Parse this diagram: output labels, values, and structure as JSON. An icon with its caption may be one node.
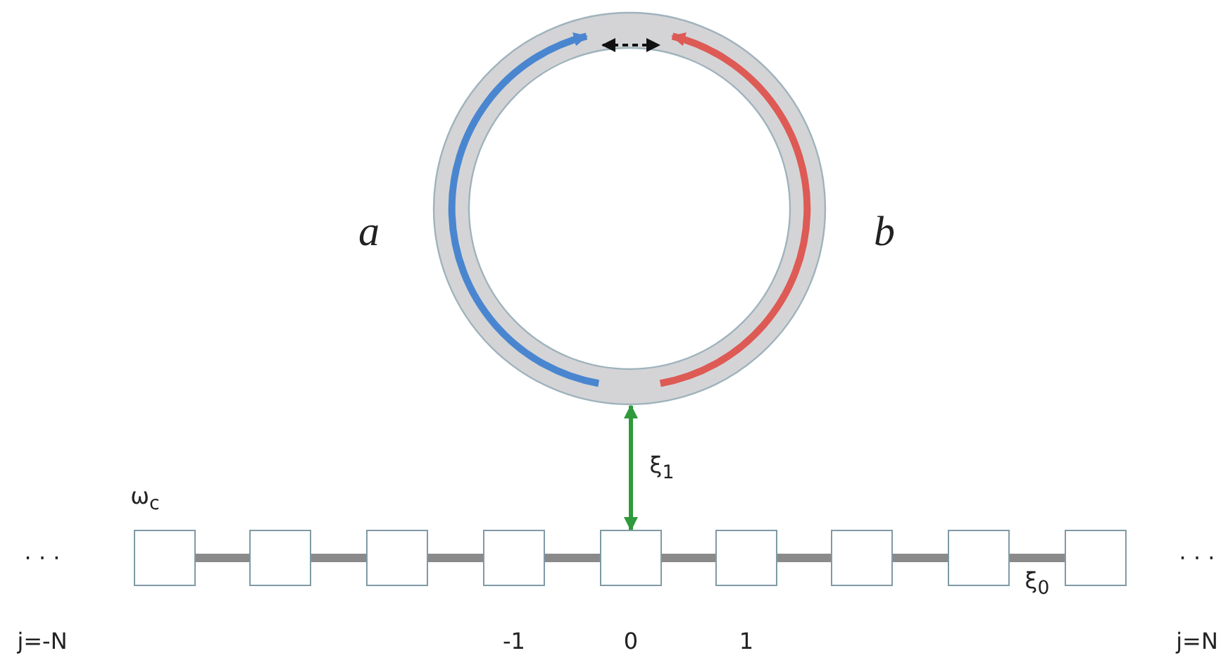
{
  "diagram": {
    "nodes": [
      {
        "text": [],
        "shape": "circle"
      },
      {
        "text": [],
        "shape": "box",
        "beside": [
          "ω$_{c}$"
        ]
      },
      {
        "text": [],
        "shape": "box"
      },
      {
        "text": [],
        "shape": "box"
      },
      {
        "text": [],
        "shape": "box"
      },
      {
        "text": [],
        "shape": "box"
      },
      {
        "text": [],
        "shape": "box"
      },
      {
        "text": [],
        "shape": "box"
      },
      {
        "text": [],
        "shape": "box"
      },
      {
        "text": [],
        "shape": "box"
      }
    ],
    "edges": [
      {
        "from": 0,
        "to": 5,
        "arrow": "both",
        "label": "ξ$_{1}$",
        "color": "#2f9a3c"
      },
      {
        "from": 1,
        "to": 2,
        "arrow": "none"
      },
      {
        "from": 2,
        "to": 3,
        "arrow": "none"
      },
      {
        "from": 3,
        "to": 4,
        "arrow": "none"
      },
      {
        "from": 4,
        "to": 5,
        "arrow": "none"
      },
      {
        "from": 5,
        "to": 6,
        "arrow": "none"
      },
      {
        "from": 6,
        "to": 7,
        "arrow": "none"
      },
      {
        "from": 7,
        "to": 8,
        "arrow": "none"
      },
      {
        "from": 8,
        "to": 9,
        "arrow": "none",
        "label": "ξ$_{0}$"
      }
    ],
    "labels": [
      "a",
      "b",
      "· · ·",
      "· · ·",
      "j=-N",
      "-1",
      "0",
      "1",
      "j=N"
    ]
  }
}
